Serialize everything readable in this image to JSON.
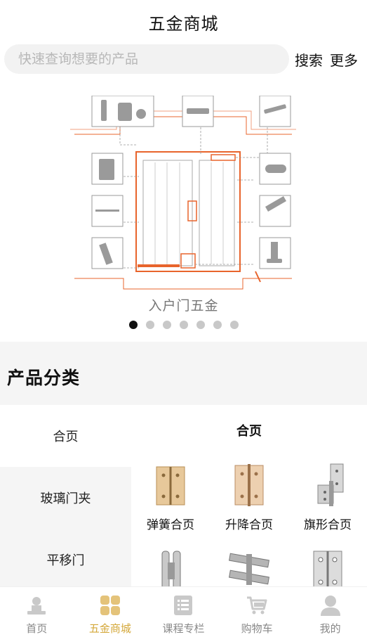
{
  "header": {
    "title": "五金商城"
  },
  "search": {
    "placeholder": "快速查询想要的产品",
    "search_label": "搜索",
    "more_label": "更多"
  },
  "banner": {
    "caption": "入户门五金",
    "dot_count": 7,
    "active_dot": 0
  },
  "category": {
    "title": "产品分类",
    "left_items": [
      {
        "label": "合页"
      },
      {
        "label": "玻璃门夹"
      },
      {
        "label": "平移门"
      }
    ],
    "right_title": "合页",
    "products": [
      {
        "name": "弹簧合页"
      },
      {
        "name": "升降合页"
      },
      {
        "name": "旗形合页"
      },
      {
        "name": ""
      },
      {
        "name": ""
      },
      {
        "name": ""
      }
    ]
  },
  "tabbar": {
    "items": [
      {
        "label": "首页",
        "icon": "home-icon"
      },
      {
        "label": "五金商城",
        "icon": "grid-icon"
      },
      {
        "label": "课程专栏",
        "icon": "list-icon"
      },
      {
        "label": "购物车",
        "icon": "cart-icon"
      },
      {
        "label": "我的",
        "icon": "user-icon"
      }
    ],
    "active_index": 1
  },
  "colors": {
    "accent": "#d4a83a",
    "inactive": "#c9c9c9",
    "door_orange": "#e8642c"
  }
}
